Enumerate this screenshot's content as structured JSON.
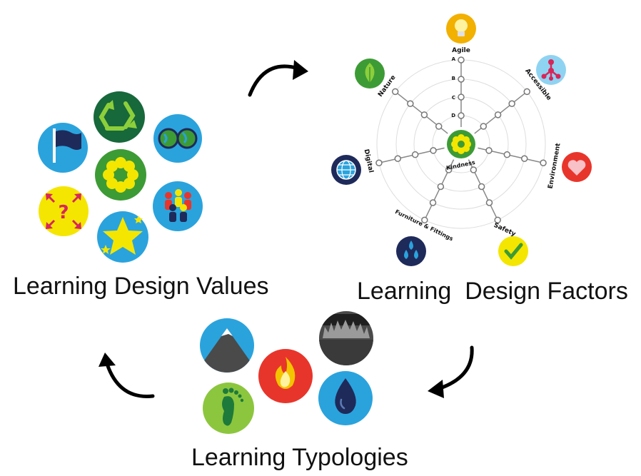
{
  "captions": {
    "values": "Learning Design Values",
    "factors": "Learning  Design Factors",
    "typologies": "Learning Typologies"
  },
  "radar": {
    "center_label": "Kindness",
    "ring_labels": [
      "A",
      "B",
      "C",
      "D"
    ],
    "axes": [
      "Agile",
      "Accessible",
      "Environment",
      "Safety",
      "Furniture & Fittings",
      "Digital",
      "Nature"
    ]
  },
  "values_icons": [
    "recycle-icon",
    "globes-icon",
    "flag-icon",
    "flower-icon",
    "people-icon",
    "question-arrows-icon",
    "star-icon"
  ],
  "typology_icons": [
    "mountain-icon",
    "cave-icon",
    "fire-icon",
    "footprint-icon",
    "water-drop-icon"
  ],
  "colors": {
    "green": "#3d9b35",
    "dark_green": "#17683b",
    "blue": "#2aa3dd",
    "yellow": "#f4e600",
    "red": "#e8352b",
    "navy": "#1e2a5a",
    "grey": "#4a4a4a"
  }
}
